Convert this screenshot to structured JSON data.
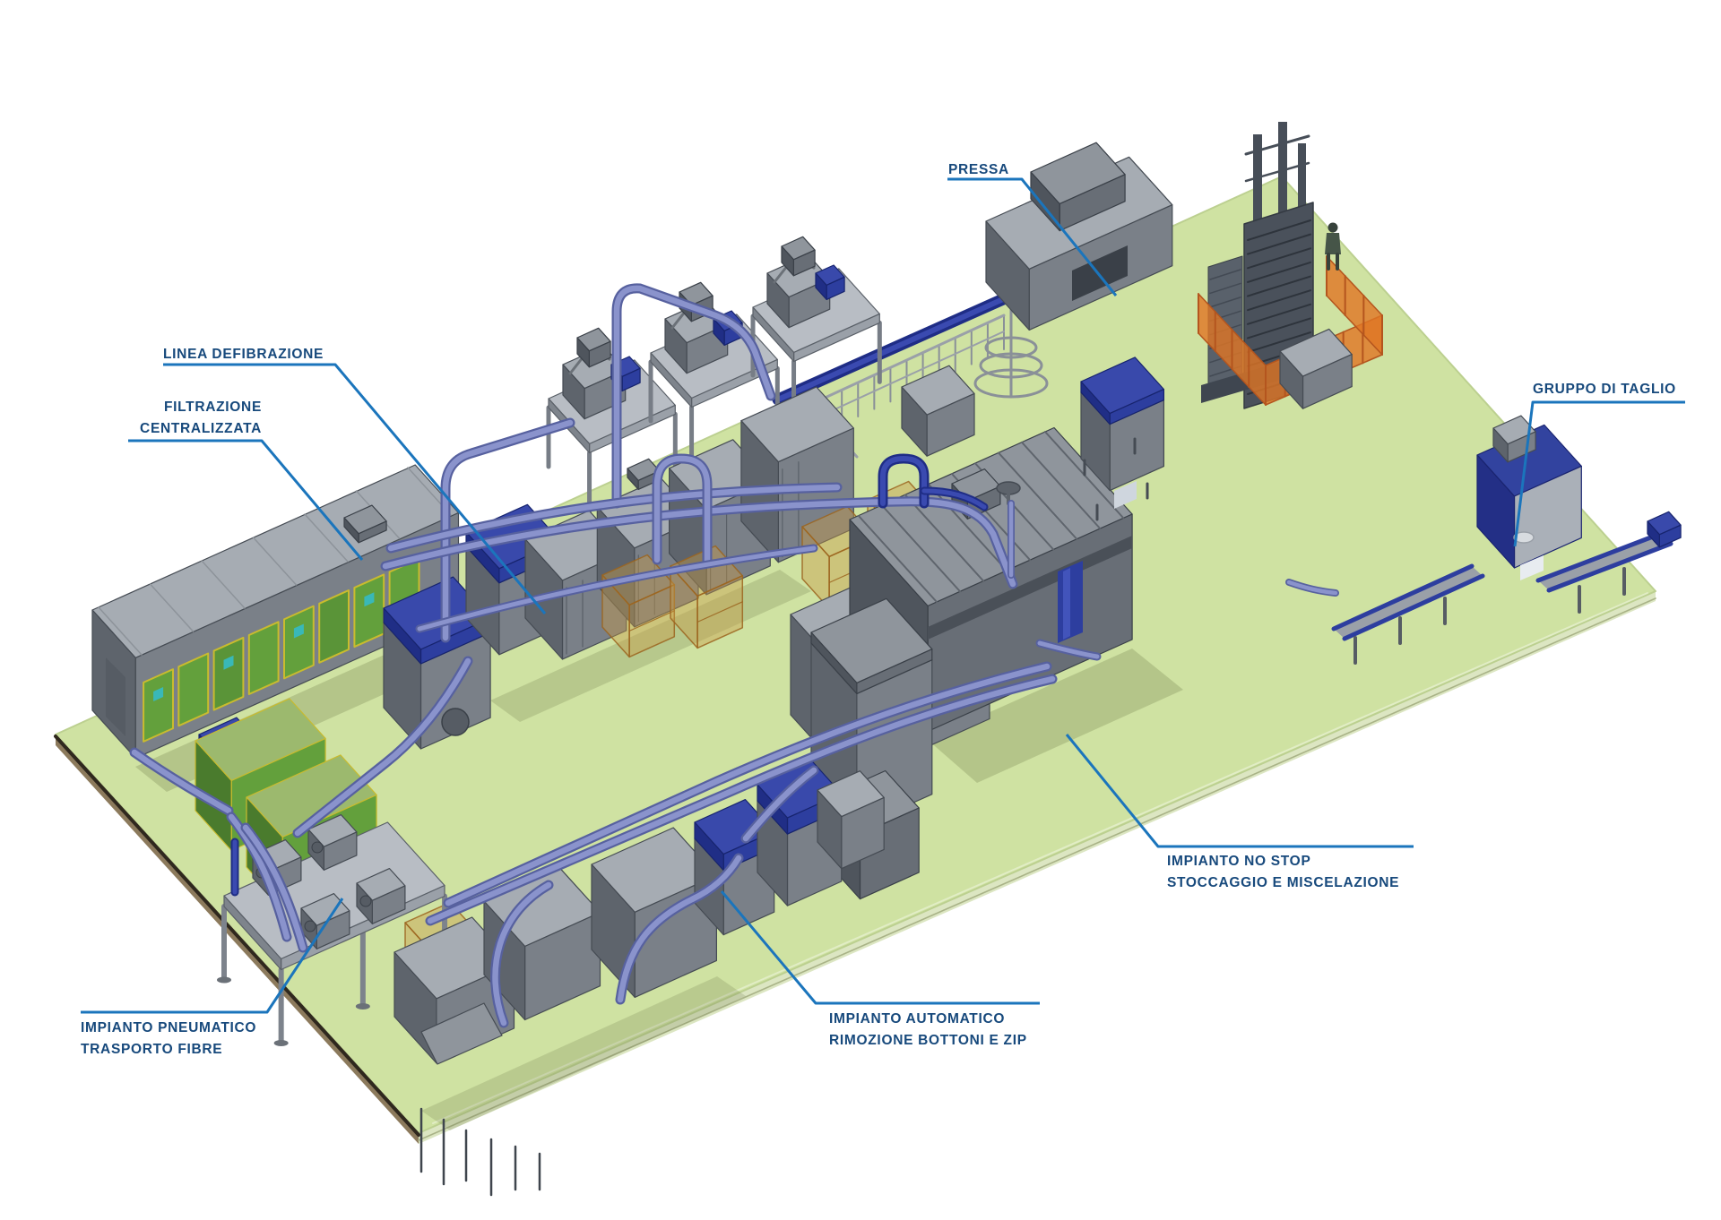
{
  "diagram": {
    "description_labels_language": "it",
    "labels": [
      {
        "id": "pressa",
        "lines": [
          "PRESSA"
        ]
      },
      {
        "id": "linea-defibrazione",
        "lines": [
          "LINEA DEFIBRAZIONE"
        ]
      },
      {
        "id": "filtrazione",
        "lines": [
          "FILTRAZIONE",
          "CENTRALIZZATA"
        ]
      },
      {
        "id": "gruppo-di-taglio",
        "lines": [
          "GRUPPO DI TAGLIO"
        ]
      },
      {
        "id": "impianto-no-stop",
        "lines": [
          "IMPIANTO NO STOP",
          "STOCCAGGIO E MISCELAZIONE"
        ]
      },
      {
        "id": "impianto-automatico",
        "lines": [
          "IMPIANTO AUTOMATICO",
          "RIMOZIONE BOTTONI E ZIP"
        ]
      },
      {
        "id": "impianto-pneumatico",
        "lines": [
          "IMPIANTO PNEUMATICO",
          "TRASPORTO FIBRE"
        ]
      }
    ]
  },
  "colors": {
    "background": "#ffffff",
    "label_text": "#17497c",
    "leader_line": "#1b75bc",
    "floor_green": "#cfe2a2",
    "floor_edge_dark": "#2f281e",
    "floor_side_light": "#dce6c2",
    "floor_side_brown": "#8c7a5c",
    "pipe_dark": "#57619f",
    "pipe_light": "#8a93cc",
    "royal_blue": "#2d3e9f",
    "royal_blue_light": "#4254bb",
    "machine_grey_top": "#a6acb3",
    "machine_grey_side": "#7a8088",
    "machine_grey_dark": "#5e646c",
    "safety_orange": "#e07624",
    "panel_green": "#63a03c",
    "panel_yellow": "#c9bb2e",
    "panel_teal": "#39b8b8",
    "pallet_amber": "#c89a46"
  }
}
